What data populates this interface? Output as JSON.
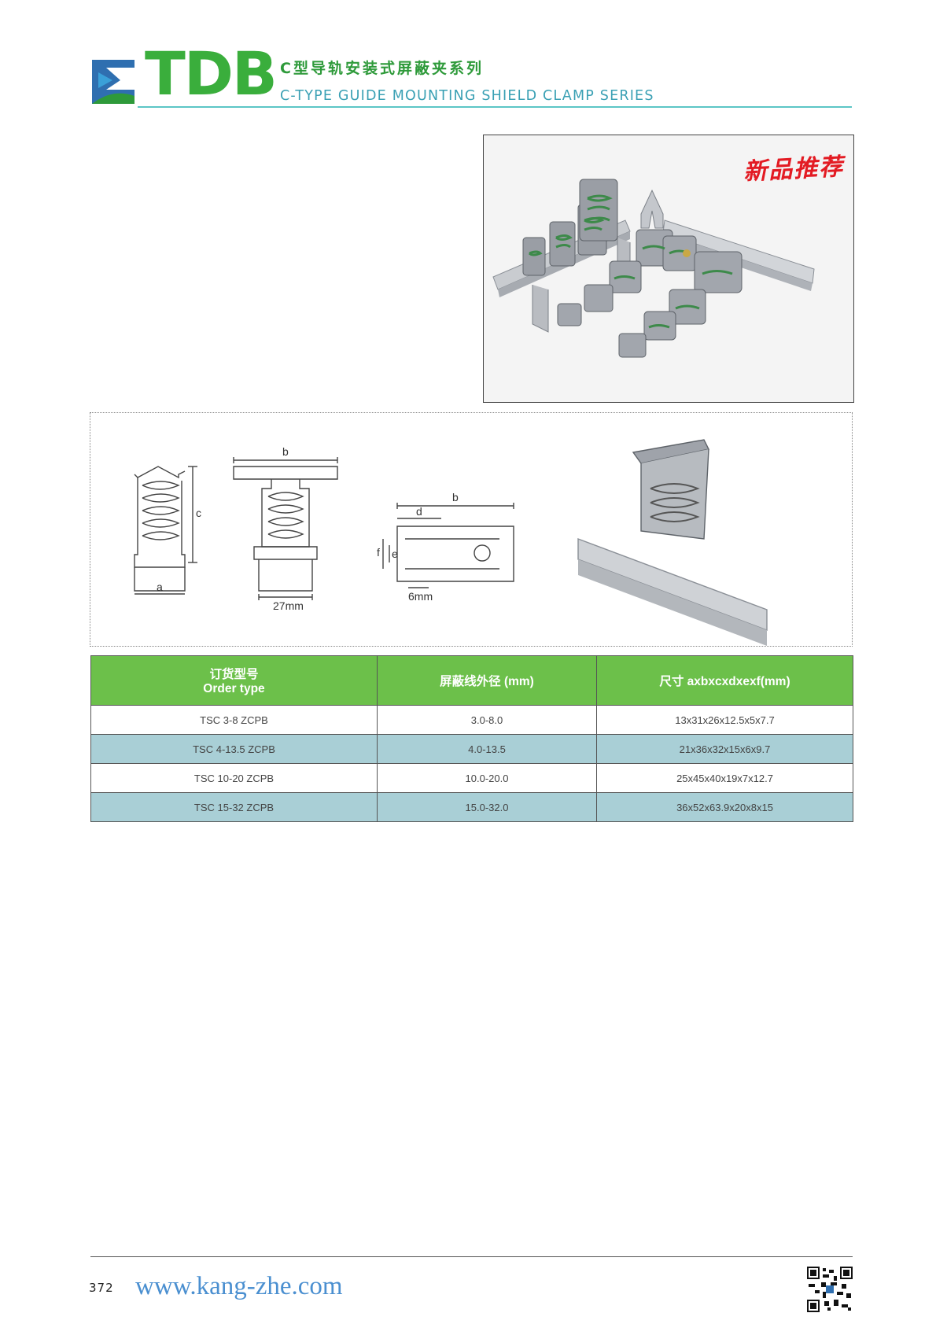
{
  "header": {
    "brand": "TDB",
    "title_cn": "C型导轨安装式屏蔽夹系列",
    "title_en": "C-TYPE GUIDE MOUNTING SHIELD CLAMP SERIES"
  },
  "photo": {
    "badge": "新品推荐"
  },
  "drawing": {
    "label_a": "a",
    "label_b": "b",
    "label_c": "c",
    "label_d": "d",
    "label_e": "e",
    "label_f": "f",
    "label_27mm": "27mm",
    "label_6mm": "6mm"
  },
  "table": {
    "headers": {
      "order_type_cn": "订货型号",
      "order_type_en": "Order type",
      "diameter": "屏蔽线外径 (mm)",
      "size": "尺寸 axbxcxdxexf(mm)"
    },
    "rows": [
      {
        "type": "TSC 3-8 ZCPB",
        "diameter": "3.0-8.0",
        "size": "13x31x26x12.5x5x7.7"
      },
      {
        "type": "TSC 4-13.5 ZCPB",
        "diameter": "4.0-13.5",
        "size": "21x36x32x15x6x9.7"
      },
      {
        "type": "TSC 10-20 ZCPB",
        "diameter": "10.0-20.0",
        "size": "25x45x40x19x7x12.7"
      },
      {
        "type": "TSC 15-32 ZCPB",
        "diameter": "15.0-32.0",
        "size": "36x52x63.9x20x8x15"
      }
    ]
  },
  "footer": {
    "page_number": "372",
    "website": "www.kang-zhe.com"
  },
  "colors": {
    "brand_green": "#3aae3c",
    "header_teal": "#5cc6c6",
    "table_header": "#6cc04a",
    "row_alt": "#a9cfd6",
    "link_blue": "#4a8fd0"
  }
}
